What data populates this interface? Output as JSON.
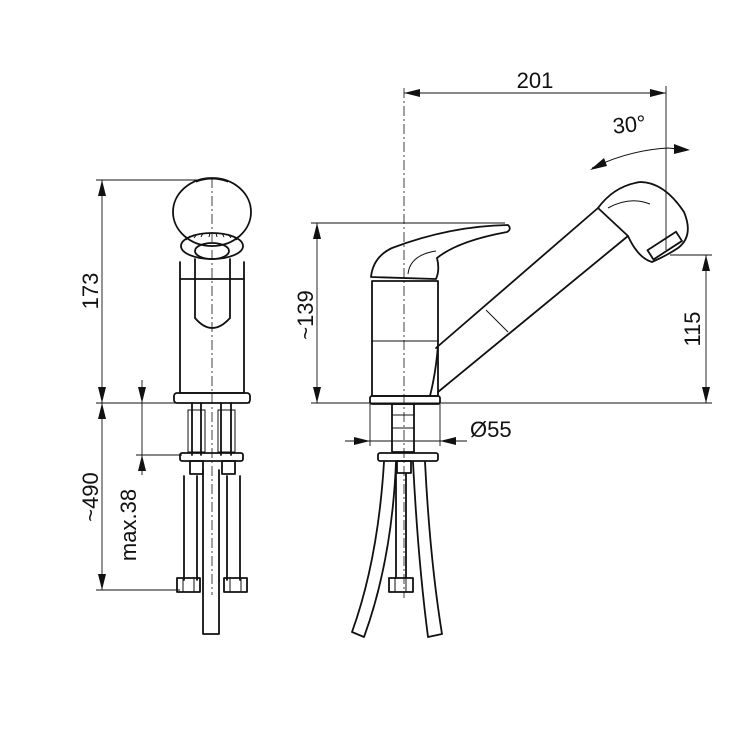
{
  "drawing": {
    "dimensions": {
      "width_201": "201",
      "angle_30": "30°",
      "height_173": "173",
      "height_139": "~139",
      "height_115": "115",
      "depth_490": "~490",
      "max_38": "max.38",
      "diameter_55": "Ø55"
    }
  }
}
